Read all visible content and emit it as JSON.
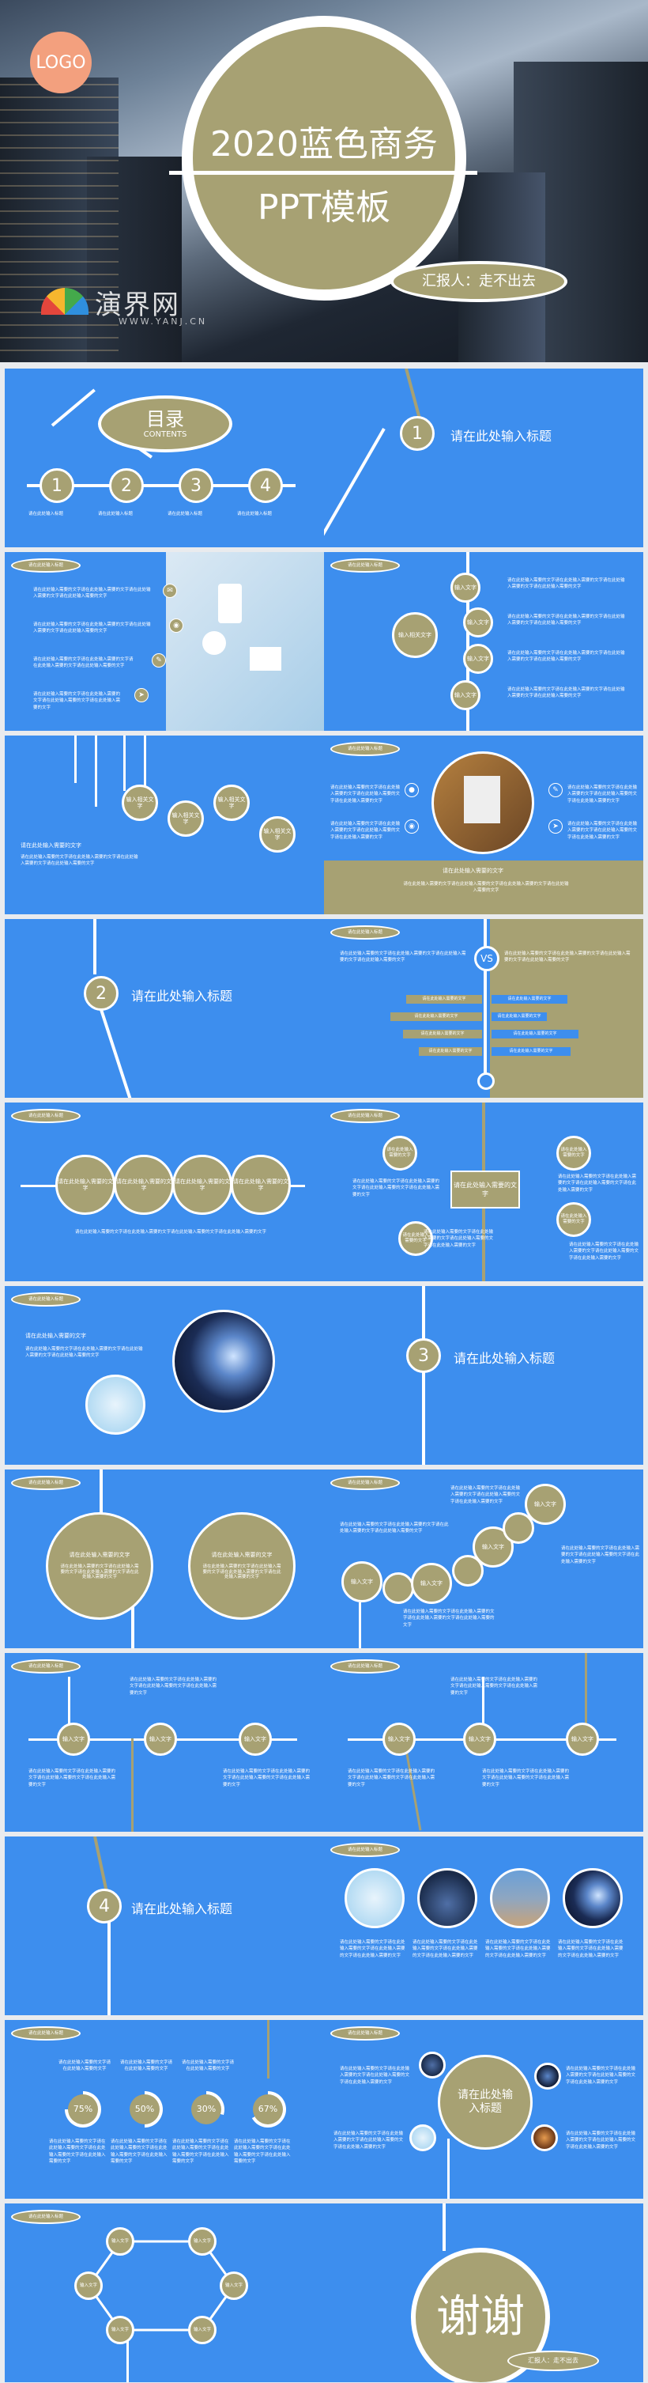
{
  "cover": {
    "logo": "LOGO",
    "title_line1": "2020蓝色商务",
    "title_line2": "PPT模板",
    "reporter": "汇报人：走不出去",
    "watermark": "演界网",
    "watermark_url": "WWW.YANJ.CN"
  },
  "toc": {
    "title": "目录",
    "subtitle": "CONTENTS",
    "items": [
      "1",
      "2",
      "3",
      "4"
    ],
    "labels": [
      "请在此处输入标题",
      "请在此处输入标题",
      "请在此处输入标题",
      "请在此处输入标题"
    ]
  },
  "sections": [
    {
      "number": "1",
      "title": "请在此处输入标题"
    },
    {
      "number": "2",
      "title": "请在此处输入标题"
    },
    {
      "number": "3",
      "title": "请在此处输入标题"
    },
    {
      "number": "4",
      "title": "请在此处输入标题"
    }
  ],
  "common": {
    "tag": "请在此处输入标题",
    "para": "请在此处输入需要的文字请在此处输入需要的文字请在此处输入需要的文字请在此处输入需要的文字",
    "para_short": "请在此处输入需要的文字请在此处输入需要的文字",
    "circle_text": "输入相关文字",
    "circle_text2": "请在此处输入需要的文字",
    "box_text": "请在此处输入需要的文字",
    "heading": "请在此处输入需要的文字",
    "vs": "VS",
    "in_text": "输入文字"
  },
  "percents": [
    "75%",
    "50%",
    "30%",
    "67%"
  ],
  "ending": {
    "thanks": "谢谢",
    "reporter": "汇报人：走不出去"
  },
  "colors": {
    "blue": "#3d8eee",
    "olive": "#a7a173",
    "white": "#ffffff"
  }
}
